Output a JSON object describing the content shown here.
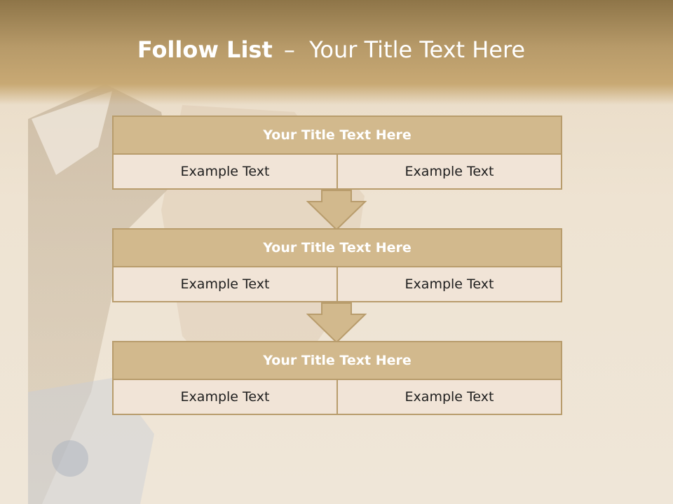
{
  "slide": {
    "title_bold": "Follow List",
    "title_dash": "–",
    "title_rest": "Your Title Text Here"
  },
  "blocks": [
    {
      "title": "Your Title Text Here",
      "left": "Example Text",
      "right": "Example Text"
    },
    {
      "title": "Your Title Text Here",
      "left": "Example Text",
      "right": "Example Text"
    },
    {
      "title": "Your Title Text Here",
      "left": "Example Text",
      "right": "Example Text"
    }
  ],
  "colors": {
    "header": "#b79a69",
    "block_title_fill": "#d2b98d",
    "block_border": "#b89c6c",
    "cell_fill": "#f1e4d7",
    "arrow_fill": "#d2b98d"
  }
}
